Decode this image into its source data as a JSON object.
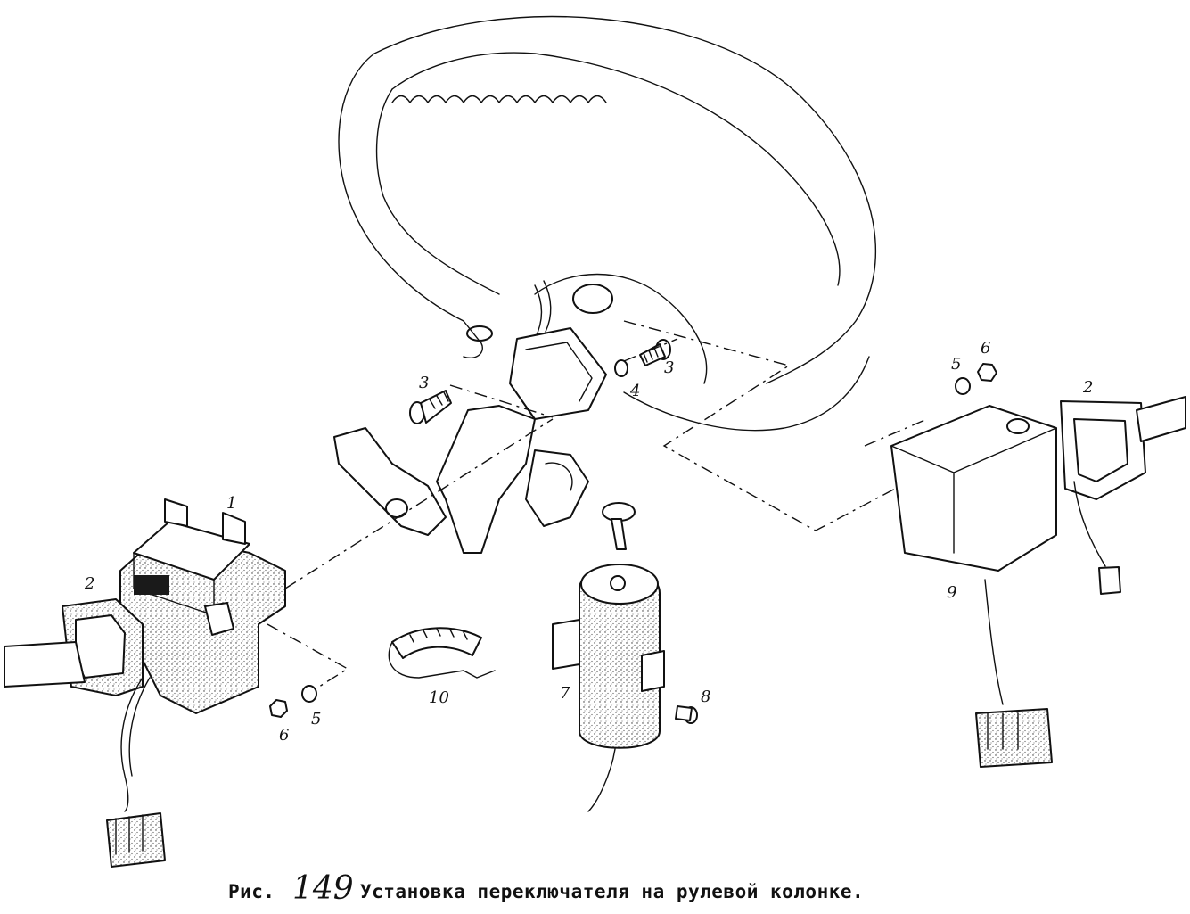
{
  "figure": {
    "caption_prefix": "Рис.",
    "caption_number": "149",
    "caption_text": "Установка переключателя на рулевой колонке."
  },
  "callouts": {
    "left_switch": "1",
    "left_grommet": "2",
    "right_grommet": "2",
    "screw_left": "3",
    "screw_right": "3",
    "lock_washer": "4",
    "washer_left": "5",
    "washer_right": "5",
    "nut_left": "6",
    "nut_right": "6",
    "ignition_lock": "7",
    "small_screw": "8",
    "right_switch": "9",
    "clamp": "10"
  }
}
